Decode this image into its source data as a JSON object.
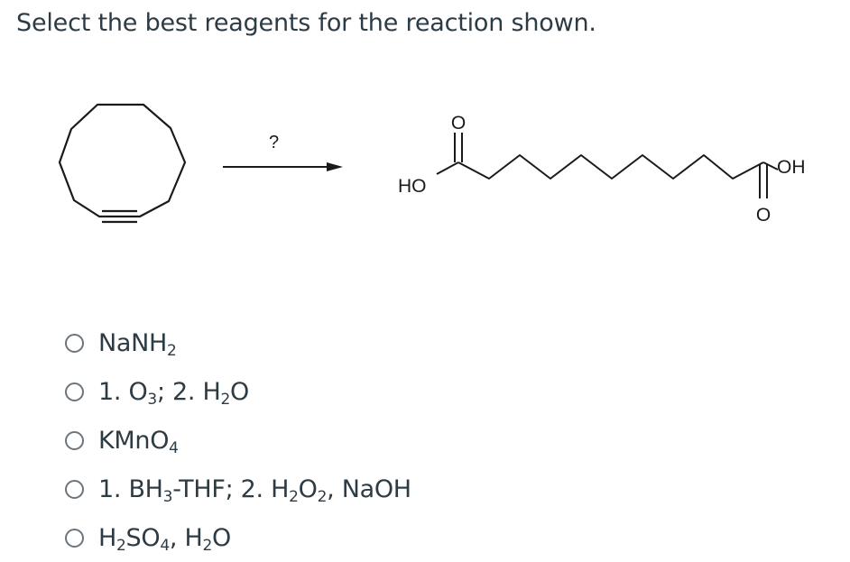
{
  "question": {
    "text": "Select the best reagents for the reaction shown."
  },
  "scheme": {
    "arrow_label": "?",
    "product_left_group": "HO",
    "product_right_group": "OH",
    "carbonyl_oxygen_top": "O",
    "carbonyl_oxygen_bottom": "O"
  },
  "options": [
    {
      "parts": [
        {
          "t": "NaNH"
        },
        {
          "s": "2"
        }
      ]
    },
    {
      "parts": [
        {
          "t": "1. O"
        },
        {
          "s": "3"
        },
        {
          "t": "; 2. H"
        },
        {
          "s": "2"
        },
        {
          "t": "O"
        }
      ]
    },
    {
      "parts": [
        {
          "t": "KMnO"
        },
        {
          "s": "4"
        }
      ]
    },
    {
      "parts": [
        {
          "t": "1. BH"
        },
        {
          "s": "3"
        },
        {
          "t": "-THF; 2. H"
        },
        {
          "s": "2"
        },
        {
          "t": "O"
        },
        {
          "s": "2"
        },
        {
          "t": ", NaOH"
        }
      ]
    },
    {
      "parts": [
        {
          "t": "H"
        },
        {
          "s": "2"
        },
        {
          "t": "SO"
        },
        {
          "s": "4"
        },
        {
          "t": ", H"
        },
        {
          "s": "2"
        },
        {
          "t": "O"
        }
      ]
    }
  ],
  "colors": {
    "text": "#2d3b45",
    "radio_border": "#6c757d",
    "structure": "#1a1a1a"
  }
}
